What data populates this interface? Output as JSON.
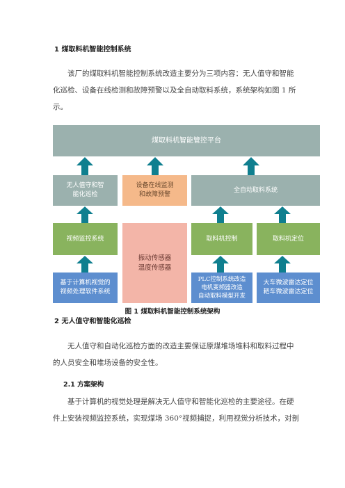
{
  "section1": {
    "heading": "1 煤取料机智能控制系统",
    "paragraph": {
      "line1": "该厂的煤取料机智能控制系统改造主要分为三项内容：无人值守和智能",
      "line2": "化巡检、设备在线检测和故障预警以及全自动取料系统，系统架构如图 1 所",
      "line3": "示。"
    }
  },
  "diagram": {
    "platform": "煤取料机智能管控平台",
    "mid": {
      "unmanned": [
        "无人值守和智",
        "能化巡检"
      ],
      "monitoring": [
        "设备在线监测",
        "和故障预警"
      ],
      "auto": "全自动取料系统"
    },
    "lower": {
      "video": "视频监控系统",
      "control": "取料机控制",
      "positioning": "取料机定位"
    },
    "bottom": {
      "vision": [
        "基于计算机视觉的",
        "视频处理软件系统"
      ],
      "sensors": [
        "振动传感器",
        "温度传感器"
      ],
      "plc": [
        "PLC控制系统改造",
        "电机变频器改造",
        "自动取料模型开发"
      ],
      "radar": [
        "大车微波雷达定位",
        "耙车微波雷达定位"
      ]
    },
    "colors": {
      "gray": "#9bb1ae",
      "green": "#89b35e",
      "blue": "#5d8ecf",
      "orange": "#f5b98a",
      "pink": "#f3b5a8",
      "arrow": "#0f7f8f"
    }
  },
  "caption": "图 1 煤取料机智能控制系统架构",
  "section2": {
    "heading": "2 无人值守和智能化巡检",
    "paragraph": {
      "line1": "无人值守和自动化巡检方面的改造主要保证原煤堆场堆料和取料过程中",
      "line2": "的人员安全和堆场设备的安全性。"
    },
    "sub_heading": "2.1 方案架构",
    "sub_paragraph": {
      "line1": "基于计算机的视觉处理是解决无人值守和智能化巡检的主要途径。在硬",
      "line2": "件上安装视频监控系统，实现煤场 360°视频捕捉，利用视觉分析技术，对剖"
    }
  }
}
